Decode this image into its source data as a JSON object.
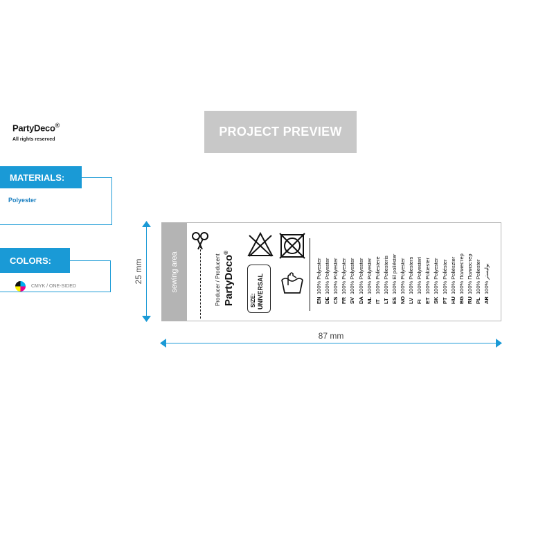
{
  "brand": {
    "name": "PartyDeco",
    "reg": "®",
    "rights": "All rights reserved"
  },
  "preview_button": {
    "label": "PROJECT PREVIEW"
  },
  "materials": {
    "heading": "MATERIALS:",
    "value": "Polyester"
  },
  "colors": {
    "heading": "COLORS:",
    "value": "CMYK / ONE-SIDED"
  },
  "label": {
    "sewing_area": "sewing area",
    "producer": "Producer / Producent",
    "brand": "PartyDeco",
    "reg": "®",
    "size_label": "SIZE:",
    "size_value": "UNIVERSAL",
    "languages": [
      {
        "code": "EN",
        "text": "100% Polyester"
      },
      {
        "code": "DE",
        "text": "100% Polyester"
      },
      {
        "code": "CS",
        "text": "100% Polyester"
      },
      {
        "code": "FR",
        "text": "100% Polyester"
      },
      {
        "code": "SV",
        "text": "100% Polyester"
      },
      {
        "code": "DA",
        "text": "100% Polyester"
      },
      {
        "code": "NL",
        "text": "100% Polyester"
      },
      {
        "code": "IT",
        "text": "100% Poliestere"
      },
      {
        "code": "LT",
        "text": "100% Poliesteris"
      },
      {
        "code": "ES",
        "text": "100% El poliéster"
      },
      {
        "code": "NO",
        "text": "100% Polyester"
      },
      {
        "code": "LV",
        "text": "100% Poliesters"
      },
      {
        "code": "FI",
        "text": "100% Polyesteri"
      },
      {
        "code": "ET",
        "text": "100% Polüester"
      },
      {
        "code": "SK",
        "text": "100% Polyester"
      },
      {
        "code": "PT",
        "text": "100% Poliéster"
      },
      {
        "code": "HU",
        "text": "100% Poliészter"
      },
      {
        "code": "BG",
        "text": "100% Полиестер"
      },
      {
        "code": "RU",
        "text": "100% Полиэстер"
      },
      {
        "code": "PL",
        "text": "100% Poliester"
      },
      {
        "code": "AR",
        "text": "100% بوليستر"
      }
    ]
  },
  "dimensions": {
    "height": "25 mm",
    "width": "87 mm"
  },
  "colors_hex": {
    "accent": "#1a9ad6",
    "preview_bg": "#c8c8c8",
    "sewing_bg": "#b4b4b4"
  }
}
